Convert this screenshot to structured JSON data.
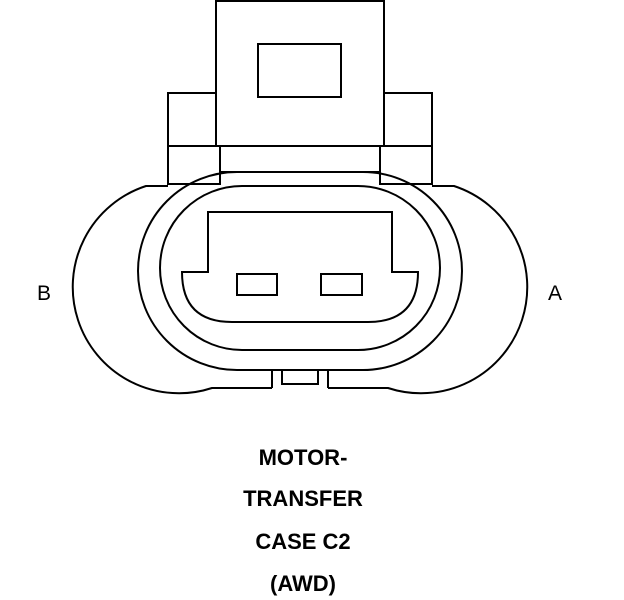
{
  "connector": {
    "pin_labels": {
      "left": "B",
      "right": "A"
    },
    "title_lines": [
      "MOTOR-",
      "TRANSFER",
      "CASE C2",
      "(AWD)"
    ]
  },
  "colors": {
    "line": "#000000",
    "background": "#ffffff"
  }
}
